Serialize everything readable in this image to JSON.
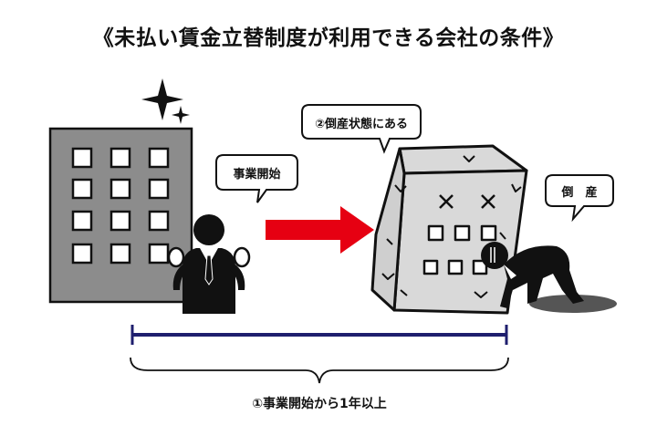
{
  "title": "《未払い賃金立替制度が利用できる会社の条件》",
  "bubbles": {
    "start": "事業開始",
    "bankrupt_state": "②倒産状態にある",
    "bankrupt": "倒　産"
  },
  "caption": "①事業開始から1年以上",
  "colors": {
    "building": "#8c8c8c",
    "arrow": "#e60012",
    "timeline": "#1f1f6e",
    "figure": "#111111"
  },
  "icons": [
    "sparkle-icon",
    "arrow-right-icon",
    "cross-eye-icon"
  ]
}
